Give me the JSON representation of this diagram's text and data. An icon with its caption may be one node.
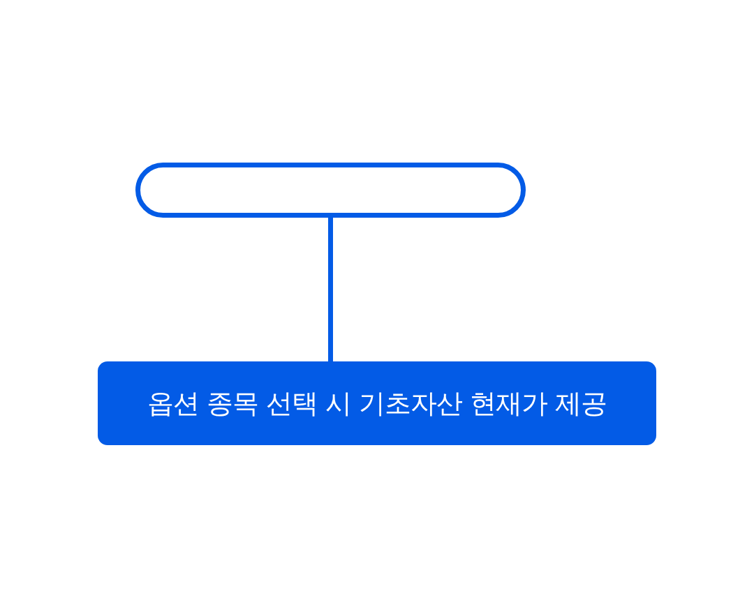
{
  "diagram": {
    "nodes": [
      {
        "text": [],
        "shape": "box"
      },
      {
        "text": [
          "옵션 종목 선택 시 기초자산 현재가 제공"
        ]
      }
    ],
    "edges": [
      {
        "from": 0,
        "to": 1,
        "arrow": "none"
      }
    ]
  }
}
